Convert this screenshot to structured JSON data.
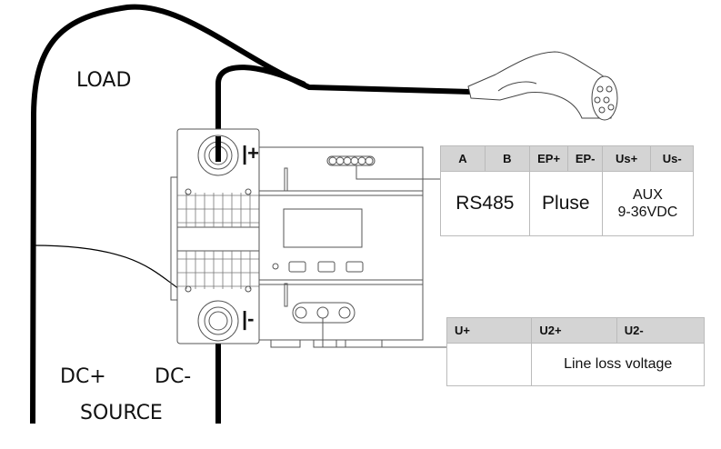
{
  "labels": {
    "load": "LOAD",
    "dc_plus": "DC+",
    "dc_minus": "DC-",
    "source": "SOURCE",
    "terminal_plus": "+",
    "terminal_minus": "-"
  },
  "comm_table": {
    "headers": [
      "A",
      "B",
      "EP+",
      "EP-",
      "Us+",
      "Us-"
    ],
    "groups": [
      "RS485",
      "Pluse",
      "AUX",
      "9-36VDC"
    ]
  },
  "voltage_table": {
    "headers": [
      "U+",
      "U2+",
      "U2-"
    ],
    "groups": [
      "",
      "Line loss voltage"
    ]
  }
}
